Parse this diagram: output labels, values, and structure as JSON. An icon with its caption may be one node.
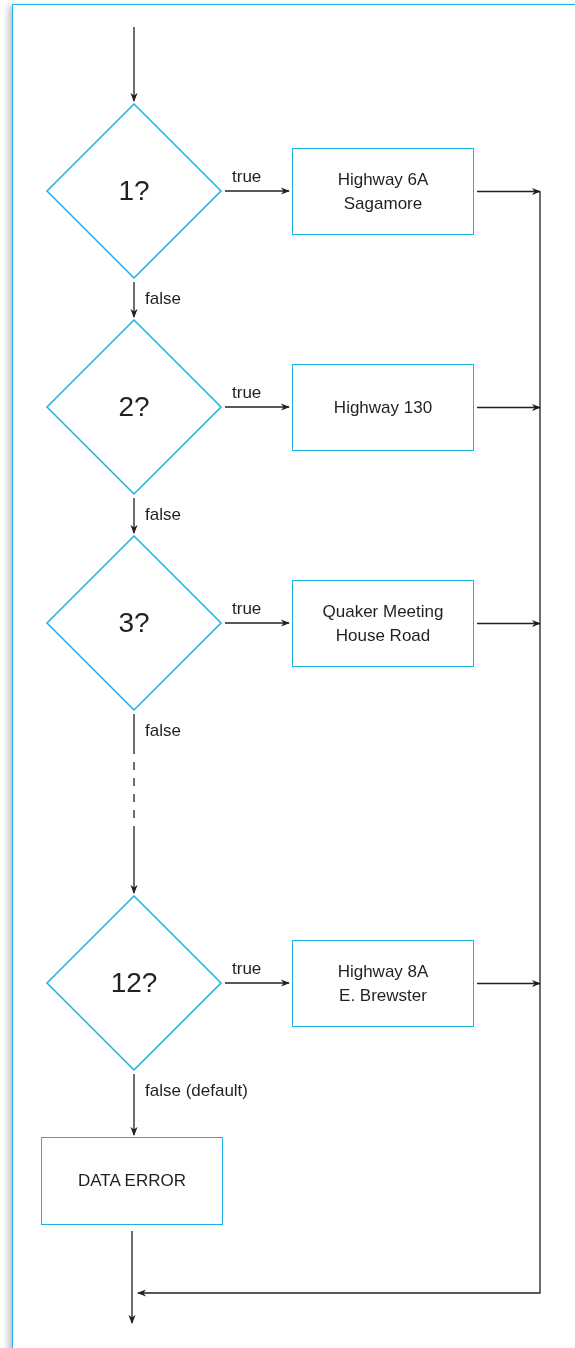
{
  "diagram": {
    "nodes": [
      {
        "text": [
          "1?"
        ]
      },
      {
        "text": [
          "Highway 6A Sagamore"
        ]
      },
      {
        "text": [
          "2?"
        ]
      },
      {
        "text": [
          "Highway 130"
        ]
      },
      {
        "text": [
          "3?"
        ]
      },
      {
        "text": [
          "Quaker Meeting House Road"
        ]
      },
      {
        "text": [
          "12?"
        ]
      },
      {
        "text": [
          "Highway 8A E. Brewster"
        ]
      },
      {
        "text": [
          "DATA ERROR"
        ]
      }
    ],
    "edges": [
      {
        "from": null,
        "to": 0,
        "arrow": "to"
      },
      {
        "from": 0,
        "to": 1,
        "arrow": "to",
        "label": "true"
      },
      {
        "from": 0,
        "to": 2,
        "arrow": "to",
        "label": "false"
      },
      {
        "from": 2,
        "to": 3,
        "arrow": "to",
        "label": "true"
      },
      {
        "from": 2,
        "to": 4,
        "arrow": "to",
        "label": "false"
      },
      {
        "from": 4,
        "to": 5,
        "arrow": "to",
        "label": "true"
      },
      {
        "from": 4,
        "to": 6,
        "arrow": "to",
        "label": "false",
        "style": "dashed"
      },
      {
        "from": 6,
        "to": 7,
        "arrow": "to",
        "label": "true"
      },
      {
        "from": 6,
        "to": 8,
        "arrow": "to",
        "label": "false (default)"
      },
      {
        "from": 1,
        "to": null,
        "arrow": "to"
      },
      {
        "from": 3,
        "to": null,
        "arrow": "to"
      },
      {
        "from": 5,
        "to": null,
        "arrow": "to"
      },
      {
        "from": 7,
        "to": null,
        "arrow": "to"
      },
      {
        "from": 8,
        "to": null,
        "arrow": "to"
      }
    ]
  }
}
